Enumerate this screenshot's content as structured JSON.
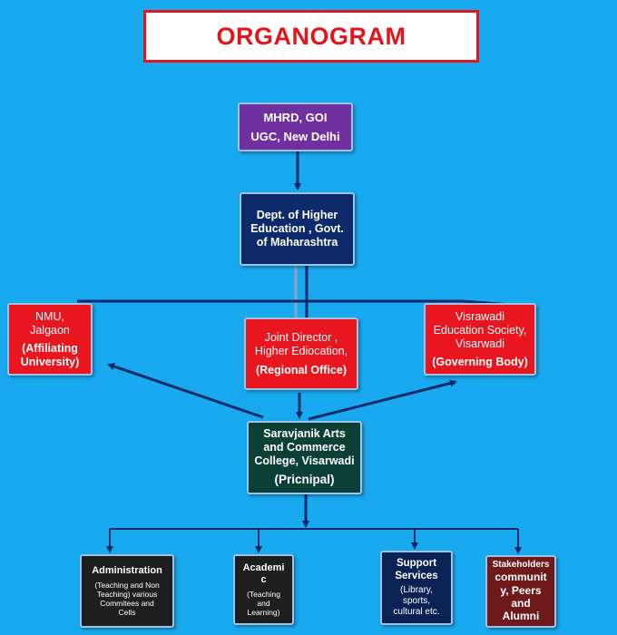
{
  "title": "ORGANOGRAM",
  "nodes": {
    "mhrd": {
      "line1": "MHRD, GOI",
      "line2": "UGC, New Delhi"
    },
    "dept": {
      "line1": "Dept. of Higher",
      "line2": "Education , Govt.",
      "line3": "of Maharashtra"
    },
    "nmu": {
      "line1": "NMU,",
      "line2": "Jalgaon",
      "line3": "(Affiliating",
      "line4": "University)"
    },
    "joint": {
      "line1": "Joint Director ,",
      "line2": "Higher Ediocation,",
      "line3": "(Regional Office)"
    },
    "society": {
      "line1": "Visrawadi",
      "line2": "Education Society,",
      "line3": "Visarwadi",
      "line4": "(Governing Body)"
    },
    "college": {
      "line1": "Saravjanik Arts",
      "line2": "and Commerce",
      "line3": "College, Visarwadi",
      "line4": "(Pricnipal)"
    },
    "admin": {
      "line1": "Administration",
      "line2": "(Teaching and Non",
      "line3": "Teaching) various",
      "line4": "Commitees and",
      "line5": "Cells"
    },
    "academic": {
      "line1": "Academi",
      "line2": "c",
      "line3": "(Teaching",
      "line4": "and",
      "line5": "Learning)"
    },
    "support": {
      "line1": "Support",
      "line2": "Services",
      "line3": "(Library,",
      "line4": "sports,",
      "line5": "cultural etc."
    },
    "stakeholders": {
      "line1": "Stakeholders",
      "line2": "communit",
      "line3": "y, Peers",
      "line4": "and",
      "line5": "Alumni"
    }
  },
  "colors": {
    "background": "#19a9ee",
    "title_text": "#e3141b",
    "connector": "#0d2a6b"
  }
}
